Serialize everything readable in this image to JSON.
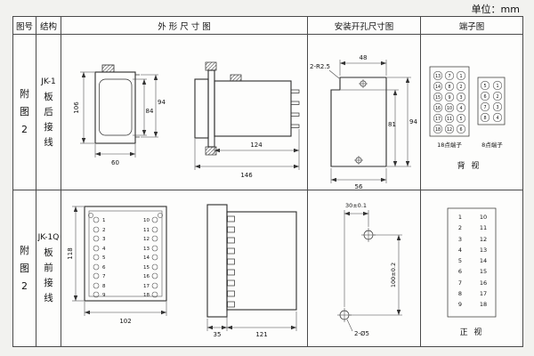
{
  "unit_label": "单位：mm",
  "header": {
    "figure": "图号",
    "structure": "结构",
    "outline": "外 形 尺 寸 图",
    "install": "安装开孔尺寸图",
    "terminal": "端子图"
  },
  "row1": {
    "figure": [
      "附",
      "图",
      "2"
    ],
    "structure": [
      "JK-1",
      "板",
      "后",
      "接",
      "线"
    ],
    "outline_front": {
      "h_total": "106",
      "h_inner": "84",
      "h_outer": "94",
      "w_bottom": "60"
    },
    "outline_side": {
      "d_case": "124",
      "d_total": "146"
    },
    "install": {
      "radius": "2-R2.5",
      "w_top": "48",
      "h_inner": "81",
      "h_total": "94",
      "w_bottom": "56"
    },
    "terminal": {
      "grid18": [
        [
          "13",
          "7",
          "1"
        ],
        [
          "14",
          "8",
          "2"
        ],
        [
          "15",
          "9",
          "3"
        ],
        [
          "16",
          "10",
          "4"
        ],
        [
          "17",
          "11",
          "5"
        ],
        [
          "18",
          "12",
          "6"
        ]
      ],
      "grid8": [
        [
          "5",
          "1"
        ],
        [
          "6",
          "2"
        ],
        [
          "7",
          "3"
        ],
        [
          "8",
          "4"
        ]
      ],
      "label18": "18点端子",
      "label8": "8点端子",
      "view": "背 视"
    }
  },
  "row2": {
    "figure": [
      "附",
      "图",
      "2"
    ],
    "structure": [
      "JK-1Q",
      "板",
      "前",
      "接",
      "线"
    ],
    "outline_front": {
      "h_total": "118",
      "w_bottom": "102",
      "left_terms": [
        "1",
        "2",
        "3",
        "4",
        "5",
        "6",
        "7",
        "8",
        "9"
      ],
      "right_terms": [
        "10",
        "11",
        "12",
        "13",
        "14",
        "15",
        "16",
        "17",
        "18"
      ]
    },
    "outline_side": {
      "d_plate": "35",
      "d_body": "121"
    },
    "install": {
      "dx": "30±0.1",
      "dy": "100±0.2",
      "holes": "2-Ø5"
    },
    "terminal": {
      "left": [
        "1",
        "2",
        "3",
        "4",
        "5",
        "6",
        "7",
        "8",
        "9"
      ],
      "right": [
        "10",
        "11",
        "12",
        "13",
        "14",
        "15",
        "16",
        "17",
        "18"
      ],
      "view": "正 视"
    }
  }
}
